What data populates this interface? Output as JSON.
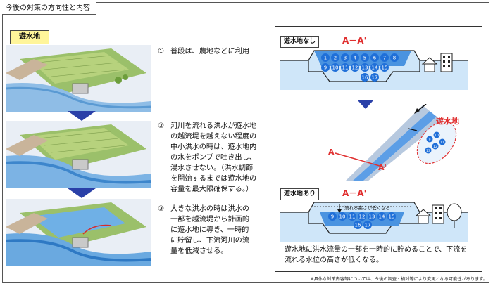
{
  "page": {
    "title": "今後の対策の方向性と内容",
    "section_label": "遊水地",
    "footnote": "※具体な対策内容等については、今後の調査・検討等により変更となる可能性があります。"
  },
  "steps": [
    {
      "num": "①",
      "text": "普段は、農地などに利用"
    },
    {
      "num": "②",
      "text": "河川を流れる洪水が遊水地\nの越流堤を越えない程度の\n中小洪水の時は、遊水地内\nの水をポンプで吐き出し、\n浸水させない。（洪水調節\nを開始するまでは遊水地の\n容量を最大限確保する。）"
    },
    {
      "num": "③",
      "text": "大きな洪水の時は洪水の\n一部を越流堤から計画的\nに遊水地に導き、一時的\nに貯留し、下流河川の流\n量を低減させる。"
    }
  ],
  "right_panel": {
    "before_tag": "遊水地なし",
    "after_tag": "遊水地あり",
    "section_title": "A－A'",
    "plan_label": "遊水地",
    "point_a": "A",
    "point_a_prime": "A'",
    "lowered_note": "流れる高さが低くなる",
    "caption": "遊水地に洪水流量の一部を一時的に貯めることで、下流を\n流れる水位の高さが低くなる。",
    "balls_before": [
      "1",
      "2",
      "3",
      "4",
      "5",
      "6",
      "7",
      "8",
      "9",
      "10",
      "11",
      "12",
      "13",
      "14",
      "15",
      "16",
      "17"
    ],
    "balls_after": [
      "9",
      "10",
      "11",
      "12",
      "13",
      "14",
      "15",
      "16",
      "17"
    ]
  },
  "colors": {
    "water": "#2f7fe0",
    "ball": "#1f6fd8",
    "accent_red": "#e03030",
    "label_bg": "#fff59a",
    "arrow": "#2a40a8"
  }
}
